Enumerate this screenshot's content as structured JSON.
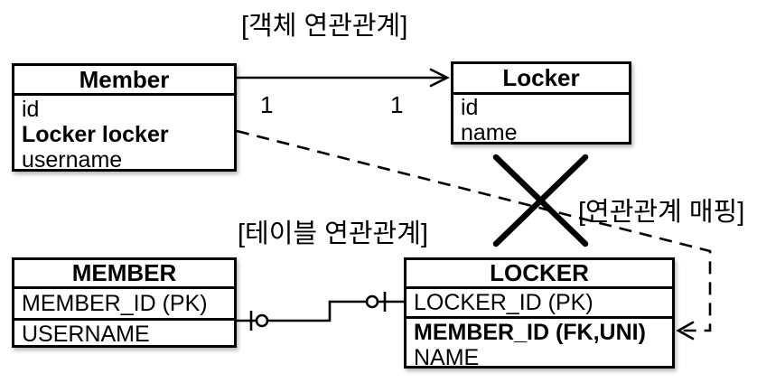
{
  "titles": {
    "object_relation": "[객체 연관관계]",
    "mapping": "[연관관계 매핑]",
    "table_relation": "[테이블 연관관계]"
  },
  "object_model": {
    "member": {
      "title": "Member",
      "fields": [
        "id",
        "Locker locker",
        "username"
      ]
    },
    "locker": {
      "title": "Locker",
      "fields": [
        "id",
        "name"
      ]
    },
    "multiplicity": {
      "member_side": "1",
      "locker_side": "1"
    }
  },
  "table_model": {
    "member": {
      "title": "MEMBER",
      "rows": [
        "MEMBER_ID (PK)",
        "USERNAME"
      ]
    },
    "locker": {
      "title": "LOCKER",
      "rows": [
        "LOCKER_ID (PK)",
        "MEMBER_ID (FK,UNI)",
        "NAME"
      ]
    }
  },
  "colors": {
    "ink": "#000000",
    "background": "#ffffff"
  }
}
